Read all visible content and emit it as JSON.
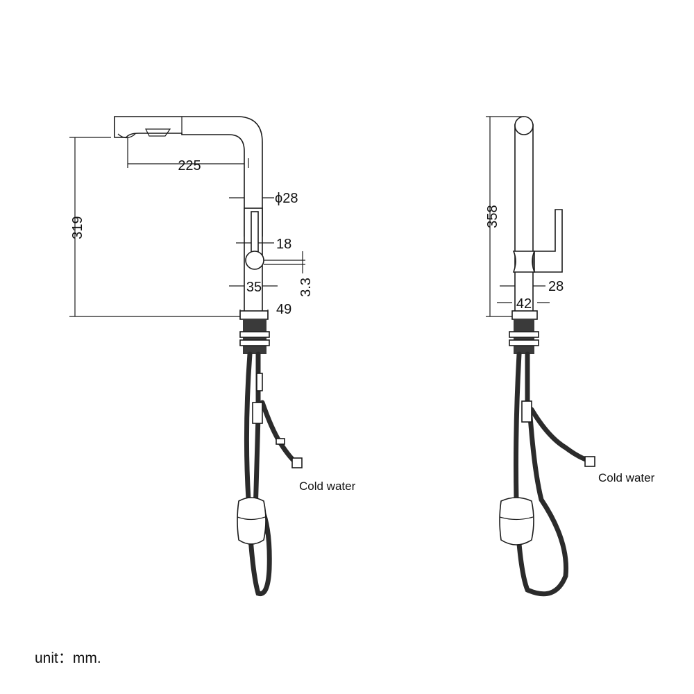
{
  "drawing": {
    "front_view": {
      "dimensions": {
        "height": "319",
        "reach": "225",
        "spout_diameter": "ϕ28",
        "handle_width": "18",
        "handle_offset": "3.3",
        "body_diameter": "35",
        "base_diameter": "49"
      },
      "label_cold_water": "Cold water"
    },
    "side_view": {
      "dimensions": {
        "height": "358",
        "handle_width": "28",
        "base_diameter": "42"
      },
      "label_cold_water": "Cold water"
    },
    "unit_note": "unit：mm."
  },
  "colors": {
    "line": "#1a1a1a",
    "hose": "#2b2b2b",
    "background": "#ffffff"
  }
}
